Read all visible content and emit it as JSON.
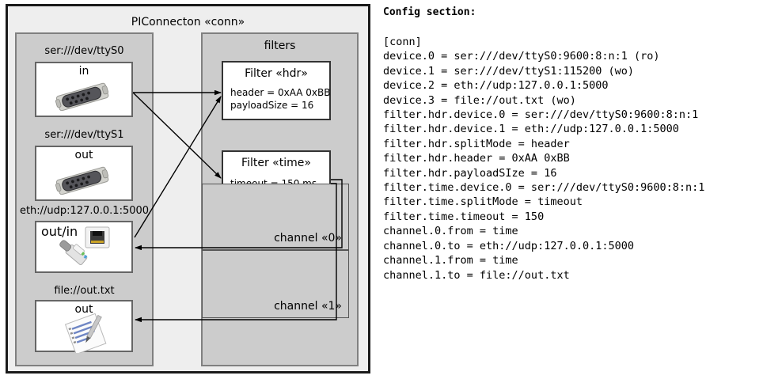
{
  "diagram": {
    "outer_title": "PIConnecton «conn»",
    "devices_panel": {
      "title": "",
      "devices": [
        {
          "label": "ser:///dev/ttyS0",
          "caption": "in",
          "icon": "serial-port-icon"
        },
        {
          "label": "ser:///dev/ttyS1",
          "caption": "out",
          "icon": "serial-port-icon"
        },
        {
          "label": "eth://udp:127.0.0.1:5000",
          "caption": "out/in",
          "icon": "ethernet-jack-icon"
        },
        {
          "label": "file://out.txt",
          "caption": "out",
          "icon": "text-file-icon"
        }
      ]
    },
    "filters_panel": {
      "title": "filters",
      "filters": [
        {
          "title": "Filter «hdr»",
          "attrs": [
            "header = 0xAA 0xBB",
            "payloadSize = 16"
          ]
        },
        {
          "title": "Filter «time»",
          "attrs": [
            "timeout = 150 ms"
          ]
        }
      ],
      "channels": [
        {
          "label": "channel «0»"
        },
        {
          "label": "channel «1»"
        }
      ]
    }
  },
  "config": {
    "heading": "Config section:",
    "lines": [
      "[conn]",
      "device.0 = ser:///dev/ttyS0:9600:8:n:1 (ro)",
      "device.1 = ser:///dev/ttyS1:115200 (wo)",
      "device.2 = eth://udp:127.0.0.1:5000",
      "device.3 = file://out.txt (wo)",
      "filter.hdr.device.0 = ser:///dev/ttyS0:9600:8:n:1",
      "filter.hdr.device.1 = eth://udp:127.0.0.1:5000",
      "filter.hdr.splitMode = header",
      "filter.hdr.header = 0xAA 0xBB",
      "filter.hdr.payloadSIze = 16",
      "filter.time.device.0 = ser:///dev/ttyS0:9600:8:n:1",
      "filter.time.splitMode = timeout",
      "filter.time.timeout = 150",
      "channel.0.from = time",
      "channel.0.to = eth://udp:127.0.0.1:5000",
      "channel.1.from = time",
      "channel.1.to = file://out.txt"
    ]
  },
  "colors": {
    "outer_border": "#1a1a1a",
    "outer_fill": "#eeeeee",
    "panel_fill": "#cccccc",
    "panel_border": "#808080",
    "box_fill": "#ffffff",
    "arrow": "#000000"
  }
}
